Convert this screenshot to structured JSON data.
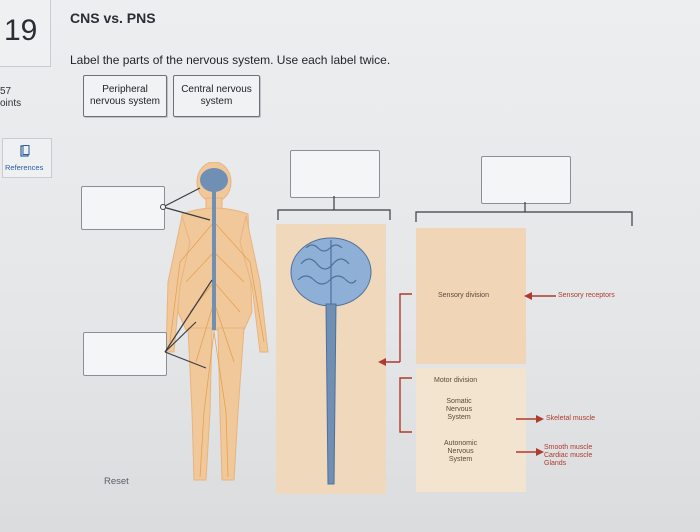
{
  "question": {
    "number": "19",
    "points_fragment": "57",
    "points_label_fragment": "oints"
  },
  "references": {
    "label": "References"
  },
  "header": {
    "title": "CNS vs. PNS",
    "instructions": "Label the parts of the nervous system.  Use each label twice."
  },
  "labels": [
    {
      "text": "Peripheral\nnervous system"
    },
    {
      "text": "Central nervous\nsystem"
    }
  ],
  "diagram": {
    "sensory_division": "Sensory division",
    "sensory_receptors": "Sensory receptors",
    "motor_division": "Motor division",
    "somatic": "Somatic\nNervous\nSystem",
    "autonomic": "Autonomic\nNervous\nSystem",
    "skeletal_muscle": "Skeletal muscle",
    "smooth_cardiac_glands": "Smooth muscle\nCardiac muscle\nGlands"
  },
  "controls": {
    "reset": "Reset"
  },
  "colors": {
    "accent_red": "#b03a2e",
    "panel_orange": "#f0d8bd",
    "brain_blue": "#6f8fb5"
  }
}
